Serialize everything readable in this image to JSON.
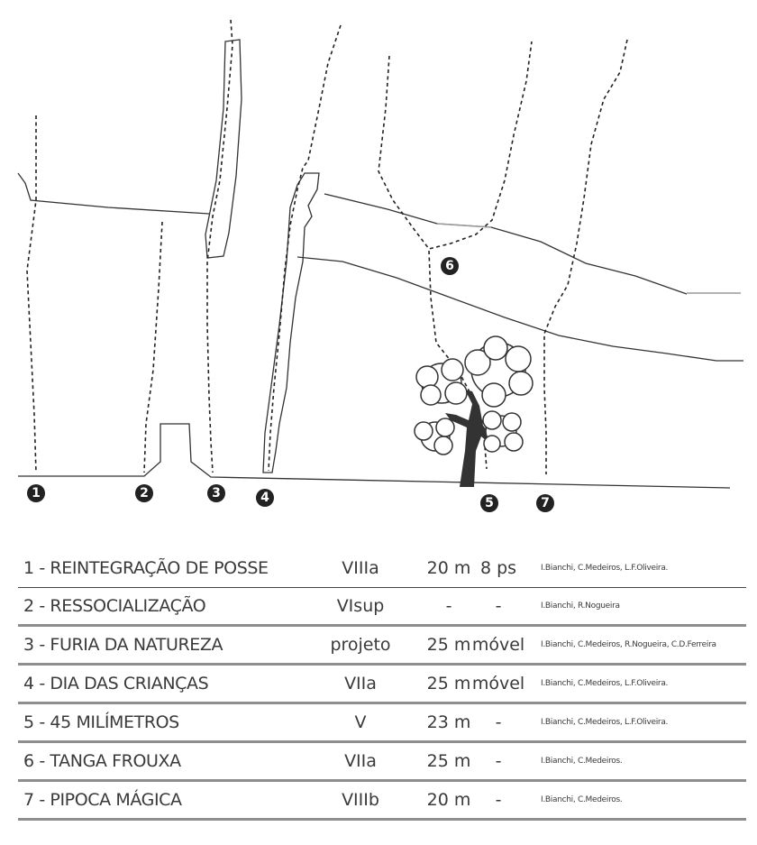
{
  "topo": {
    "markers": [
      "1",
      "2",
      "3",
      "4",
      "5",
      "6",
      "7"
    ]
  },
  "routes": [
    {
      "number": "1",
      "name": "REINTEGRAÇÃO DE POSSE",
      "label": "1 - REINTEGRAÇÃO DE POSSE",
      "grade": "VIIIa",
      "length": "20 m",
      "protection": "8 ps",
      "authors": "I.Bianchi, C.Medeiros, L.F.Oliveira."
    },
    {
      "number": "2",
      "name": "RESSOCIALIZAÇÃO",
      "label": "2 - RESSOCIALIZAÇÃO",
      "grade": "VIsup",
      "length": "-",
      "protection": "-",
      "authors": "I.Bianchi, R.Nogueira"
    },
    {
      "number": "3",
      "name": "FURIA DA NATUREZA",
      "label": "3 - FURIA DA NATUREZA",
      "grade": "projeto",
      "length": "25 m",
      "protection": "móvel",
      "authors": "I.Bianchi, C.Medeiros, R.Nogueira, C.D.Ferreira"
    },
    {
      "number": "4",
      "name": "DIA DAS CRIANÇAS",
      "label": "4 - DIA DAS CRIANÇAS",
      "grade": "VIIa",
      "length": "25 m",
      "protection": "móvel",
      "authors": "I.Bianchi, C.Medeiros, L.F.Oliveira."
    },
    {
      "number": "5",
      "name": "45 MILÍMETROS",
      "label": "5 - 45 MILÍMETROS",
      "grade": "V",
      "length": "23 m",
      "protection": "-",
      "authors": "I.Bianchi, C.Medeiros, L.F.Oliveira."
    },
    {
      "number": "6",
      "name": "TANGA FROUXA",
      "label": "6 - TANGA FROUXA",
      "grade": "VIIa",
      "length": "25 m",
      "protection": "-",
      "authors": "I.Bianchi, C.Medeiros."
    },
    {
      "number": "7",
      "name": "PIPOCA MÁGICA",
      "label": "7 - PIPOCA MÁGICA",
      "grade": "VIIIb",
      "length": "20 m",
      "protection": "-",
      "authors": "I.Bianchi, C.Medeiros."
    }
  ]
}
